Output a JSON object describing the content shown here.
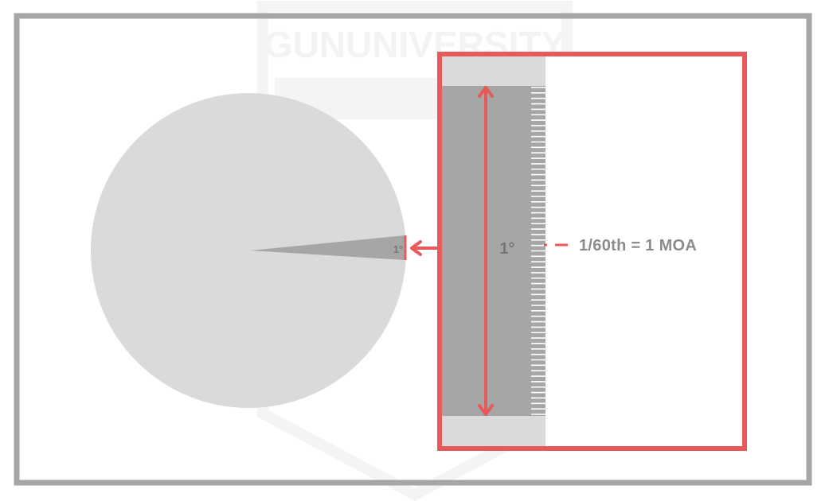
{
  "watermark": {
    "text": "GUNUNIVERSITY"
  },
  "circle": {
    "angle_label": "1°"
  },
  "magnified": {
    "angle_label": "1°",
    "moa_label": "1/60th = 1 MOA",
    "subdivisions": 60
  },
  "colors": {
    "frame": "#a6a6a6",
    "accent": "#e85a5a",
    "circle_fill": "#dadada",
    "wedge_fill": "#a6a6a6",
    "panel_light": "#dadada",
    "panel_dark": "#a6a6a6",
    "label_gray": "#8c8c8c",
    "watermark": "#f2f2f2"
  }
}
